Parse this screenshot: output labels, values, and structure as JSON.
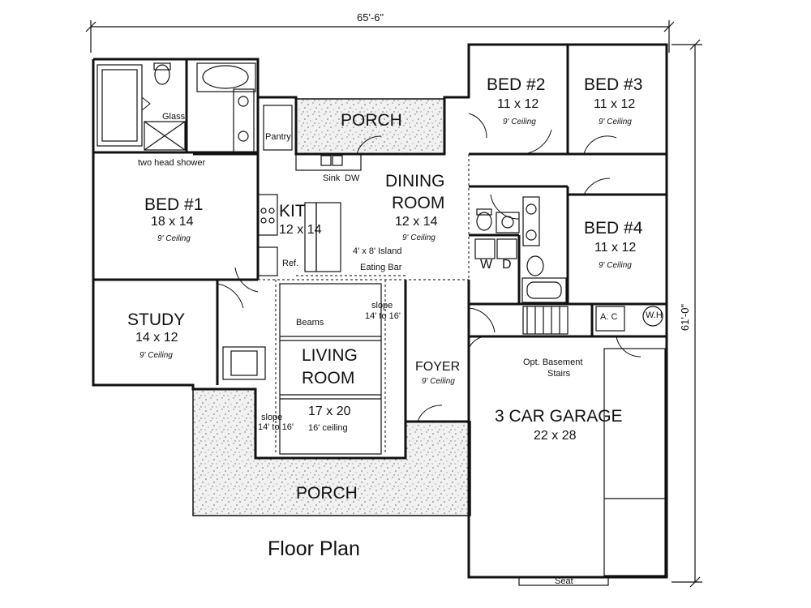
{
  "dimensions": {
    "width": "65'-6\"",
    "depth": "61'-0\""
  },
  "rooms": {
    "bed1": {
      "name": "BED #1",
      "size": "18 x 14",
      "ceiling": "9' Ceiling"
    },
    "bed2": {
      "name": "BED #2",
      "size": "11 x 12",
      "ceiling": "9' Ceiling"
    },
    "bed3": {
      "name": "BED #3",
      "size": "11 x 12",
      "ceiling": "9' Ceiling"
    },
    "bed4": {
      "name": "BED #4",
      "size": "11 x 12",
      "ceiling": "9' Ceiling"
    },
    "study": {
      "name": "STUDY",
      "size": "14 x 12",
      "ceiling": "9' Ceiling"
    },
    "kitchen": {
      "name": "KIT",
      "size": "12 x 14"
    },
    "dining": {
      "name_line1": "DINING",
      "name_line2": "ROOM",
      "size": "12 x 14",
      "ceiling": "9' Ceiling"
    },
    "living": {
      "name_line1": "LIVING",
      "name_line2": "ROOM",
      "size": "17 x 20",
      "ceiling": "16' ceiling"
    },
    "foyer": {
      "name": "FOYER",
      "ceiling": "9' Ceiling"
    },
    "garage": {
      "name": "3 CAR GARAGE",
      "size": "22 x 28"
    },
    "porch_rear": {
      "name": "PORCH"
    },
    "porch_front": {
      "name": "PORCH"
    }
  },
  "notes": {
    "glass": "Glass",
    "shower": "two head shower",
    "pantry": "Pantry",
    "sink": "Sink",
    "dw": "DW",
    "island": "4' x 8' Island",
    "eating_bar": "Eating Bar",
    "ref": "Ref.",
    "beams": "Beams",
    "slope1_line1": "slope",
    "slope1_line2": "14' to 16'",
    "slope2_line1": "slope",
    "slope2_line2": "14' to 16'",
    "washer": "W",
    "dryer": "D",
    "ac": "A. C",
    "wh": "W.H",
    "basement_line1": "Opt. Basement",
    "basement_line2": "Stairs",
    "seat": "Seat"
  },
  "caption": "Floor Plan"
}
